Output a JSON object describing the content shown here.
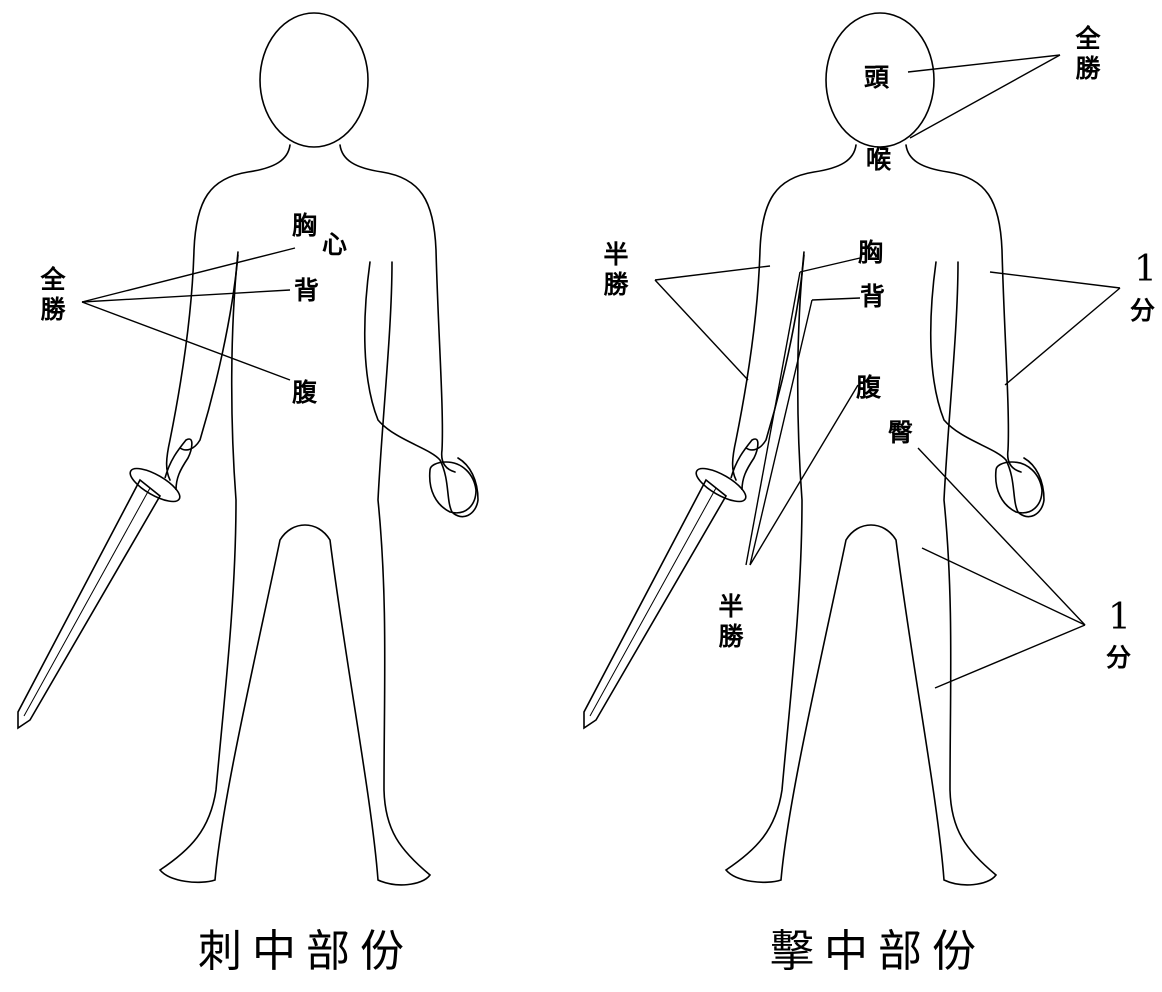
{
  "colors": {
    "line": "#000000",
    "background": "#ffffff"
  },
  "left_figure": {
    "caption": "刺中部份",
    "labels": {
      "chest": "胸",
      "heart": "心",
      "back": "背",
      "abdomen": "腹",
      "full_win": "全勝"
    }
  },
  "right_figure": {
    "caption": "擊中部份",
    "labels": {
      "head": "頭",
      "throat": "喉",
      "full_win": "全勝",
      "half_win_upper": "半勝",
      "chest": "胸",
      "back": "背",
      "abdomen": "腹",
      "buttocks": "臀",
      "half_win_lower": "半勝",
      "one_point_upper_num": "1",
      "one_point_upper_unit": "分",
      "one_point_lower_num": "1",
      "one_point_lower_unit": "分"
    }
  }
}
